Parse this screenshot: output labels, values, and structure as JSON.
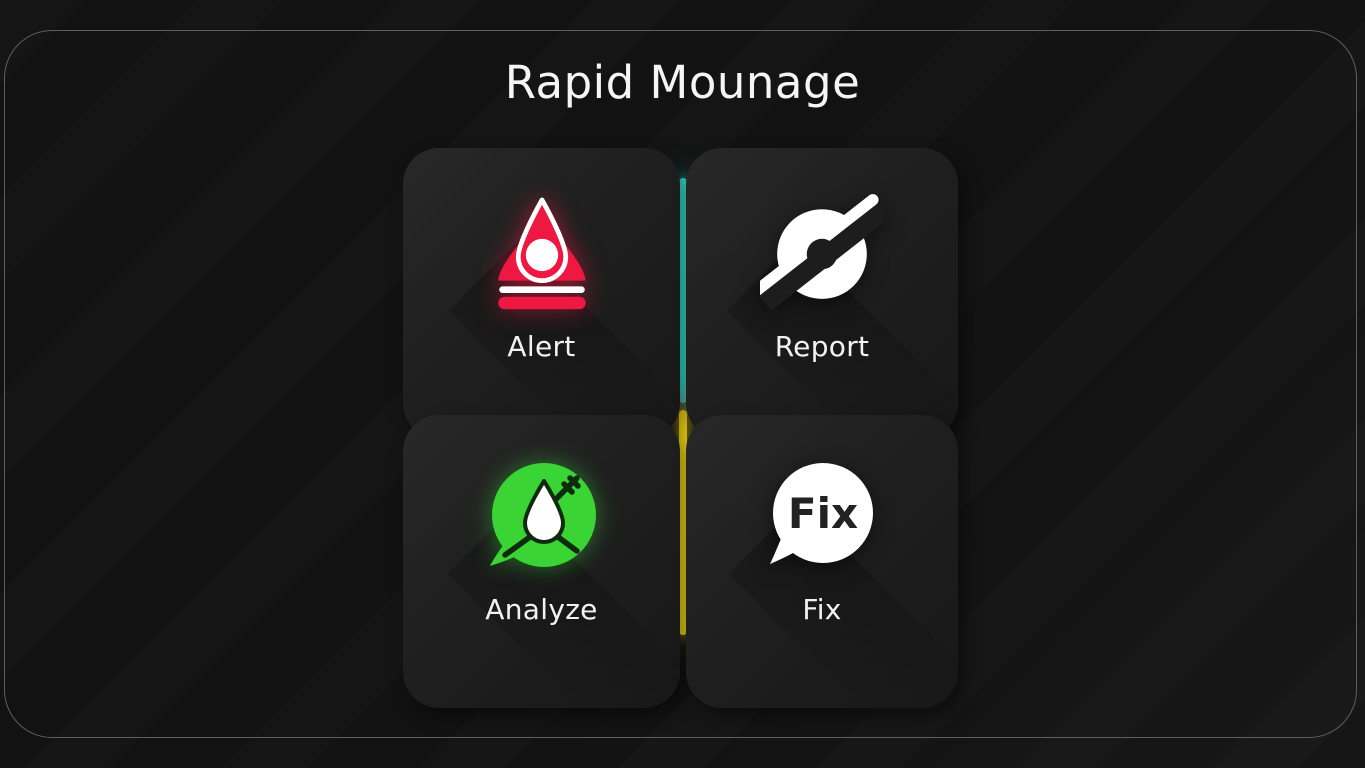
{
  "page": {
    "title": "Rapid Mounage"
  },
  "quadrants": [
    {
      "id": "alert",
      "label": "Alert",
      "icon": "alert-drop-icon",
      "accent_color": "#ee1843"
    },
    {
      "id": "report",
      "label": "Report",
      "icon": "report-disc-icon",
      "accent_color": "#ffffff"
    },
    {
      "id": "analyze",
      "label": "Analyze",
      "icon": "analyze-bubble-icon",
      "accent_color": "#3bd435"
    },
    {
      "id": "fix",
      "label": "Fix",
      "icon": "fix-bubble-icon",
      "icon_text": "Fix",
      "accent_color": "#ffffff"
    }
  ],
  "dividers": {
    "top_vertical_color": "#38e8d5",
    "left_horizontal_color": "#f01244",
    "right_horizontal_color": "#29dcc0",
    "bottom_vertical_color": "#ffe215"
  }
}
